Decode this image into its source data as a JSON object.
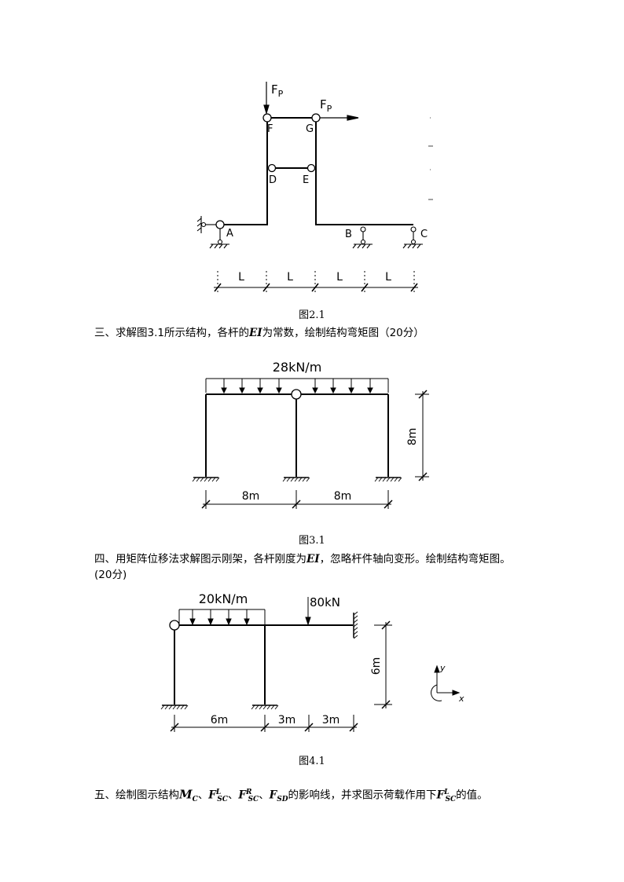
{
  "fig2": {
    "load_vertical": "F",
    "load_vertical_sub": "P",
    "load_horizontal": "F",
    "load_horizontal_sub": "P",
    "nodes": {
      "F": "F",
      "G": "G",
      "D": "D",
      "E": "E",
      "A": "A",
      "B": "B",
      "C": "C"
    },
    "dims": [
      "L",
      "L",
      "L",
      "L"
    ],
    "caption": "图2.1"
  },
  "q3": {
    "text_before": "三、求解图3.1所示结构，各杆的",
    "sym": "EI",
    "text_after": "为常数，绘制结构弯矩图（20分）"
  },
  "fig3": {
    "load": "28kN/m",
    "height": "8m",
    "spans": [
      "8m",
      "8m"
    ],
    "caption": "图3.1"
  },
  "q4": {
    "text_before": "四、用矩阵位移法求解图示刚架，各杆刚度为",
    "sym": "EI",
    "text_after": "，忽略杆件轴向变形。绘制结构弯矩图。",
    "line2": "(20分)"
  },
  "fig4": {
    "dist_load": "20kN/m",
    "point_load": "80kN",
    "height": "6m",
    "spans": [
      "6m",
      "3m",
      "3m"
    ],
    "axis_y": "y",
    "axis_x": "x",
    "caption": "图4.1"
  },
  "q5": {
    "text_before": "五、绘制图示结构",
    "sym_mc": "M",
    "sym_mc_sub": "C",
    "sep": "、",
    "sym_f": "F",
    "sub_sc": "SC",
    "sup_l": "L",
    "sup_r": "R",
    "sub_sd": "SD",
    "text_mid": "的影响线，并求图示荷载作用下",
    "text_after": "的值。"
  }
}
